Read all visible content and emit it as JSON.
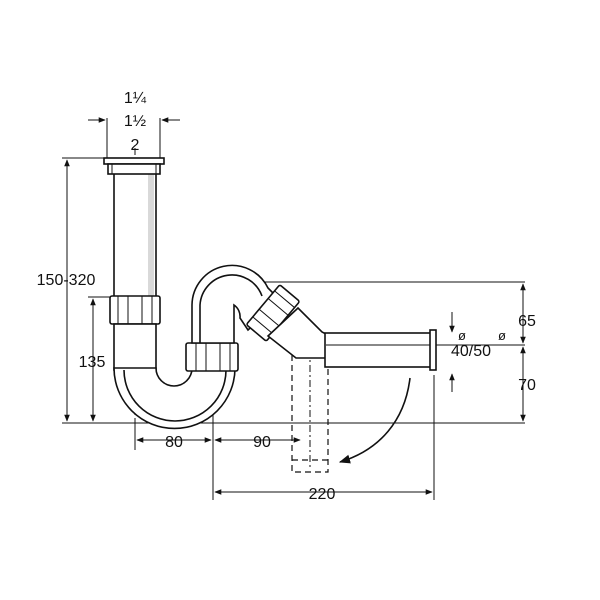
{
  "dimensions": {
    "outlet_size_1": "1¼",
    "outlet_size_2": "1½",
    "outlet_size_3": "2",
    "height_range": "150-320",
    "height_lower": "135",
    "offset_top": "65",
    "offset_bottom": "70",
    "width_80": "80",
    "width_90": "90",
    "width_220": "220",
    "diameter_label": "ø",
    "diameter_values": "40/50",
    "diameter_label_2": "ø"
  }
}
